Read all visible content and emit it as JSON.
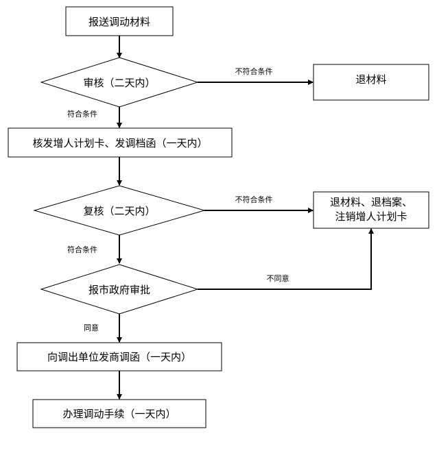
{
  "nodes": {
    "submit": "报送调动材料",
    "review": "审核（二天内）",
    "issue_card": "核发增人计划卡、发调档函（一天内）",
    "recheck": "复核（二天内）",
    "gov_approval": "报市政府审批",
    "send_letter": "向调出单位发商调函（一天内）",
    "process": "办理调动手续（一天内）",
    "return_materials": "退材料",
    "return_all_line1": "退材料、退档案、",
    "return_all_line2": "注销增人计划卡"
  },
  "edges": {
    "review_no": "不符合条件",
    "review_yes": "符合条件",
    "recheck_no": "不符合条件",
    "recheck_yes": "符合条件",
    "gov_no": "不同意",
    "gov_yes": "同意"
  }
}
